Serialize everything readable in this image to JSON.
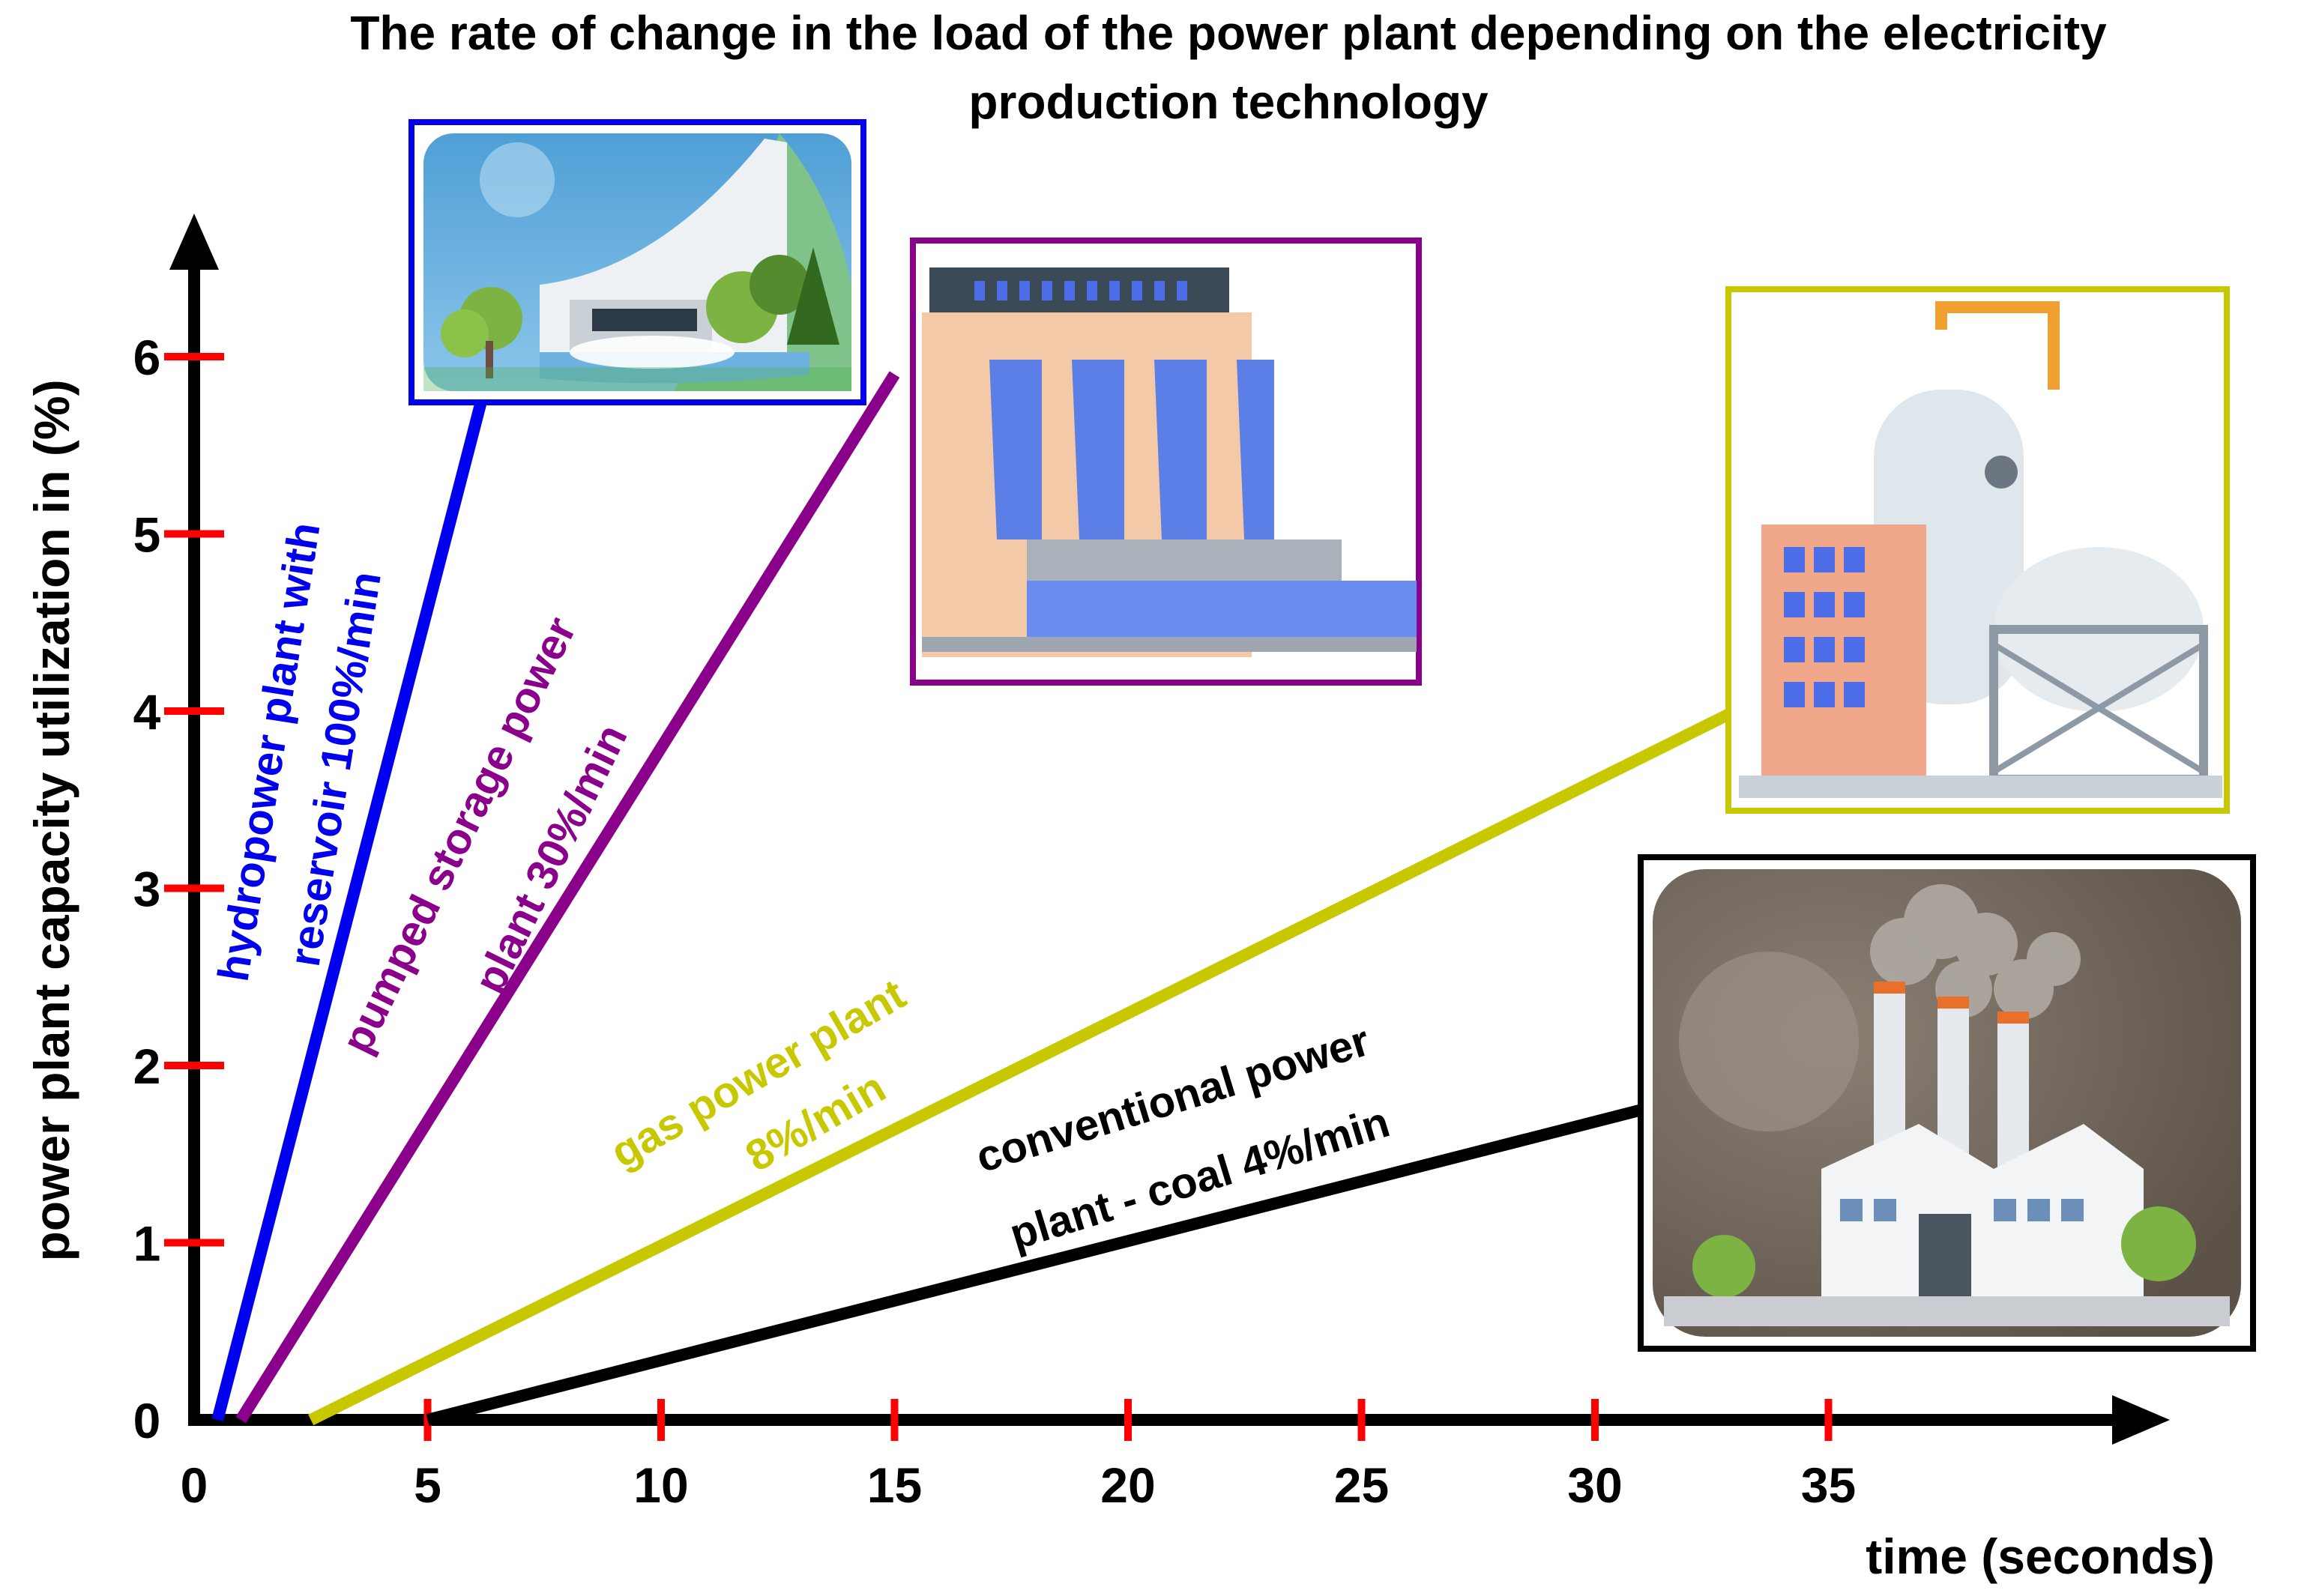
{
  "chart_data": {
    "type": "line",
    "title_lines": [
      "The rate of change in the load of the power plant depending on the electricity",
      "production technology"
    ],
    "xlabel": "time (seconds)",
    "ylabel": "power plant capacity utilization in (%)",
    "x_ticks": [
      0,
      5,
      10,
      15,
      20,
      25,
      30,
      35
    ],
    "y_ticks": [
      0,
      1,
      2,
      3,
      4,
      5,
      6
    ],
    "xlim": [
      0,
      42
    ],
    "ylim": [
      0,
      6.8
    ],
    "grid": false,
    "series": [
      {
        "key": "hydro",
        "label_lines": [
          "hydropower plant with",
          "reservoir 100%/min"
        ],
        "color": "#0000ee",
        "icon": "hydropower-dam-icon",
        "x": [
          0.5,
          6.2
        ],
        "y": [
          0,
          5.8
        ]
      },
      {
        "key": "pumped",
        "label_lines": [
          "pumped storage power",
          "plant 30%/min"
        ],
        "color": "#8b008b",
        "icon": "pumped-storage-dam-icon",
        "x": [
          1.0,
          15.0
        ],
        "y": [
          0,
          5.9
        ]
      },
      {
        "key": "gas",
        "label_lines": [
          "gas power plant",
          "8%/min"
        ],
        "color": "#c8c800",
        "icon": "gas-plant-icon",
        "x": [
          2.5,
          33.0
        ],
        "y": [
          0,
          4.0
        ]
      },
      {
        "key": "coal",
        "label_lines": [
          "conventional power",
          "plant - coal 4%/min"
        ],
        "color": "#000000",
        "icon": "coal-plant-icon",
        "x": [
          5.0,
          31.0
        ],
        "y": [
          0,
          1.75
        ]
      }
    ]
  }
}
